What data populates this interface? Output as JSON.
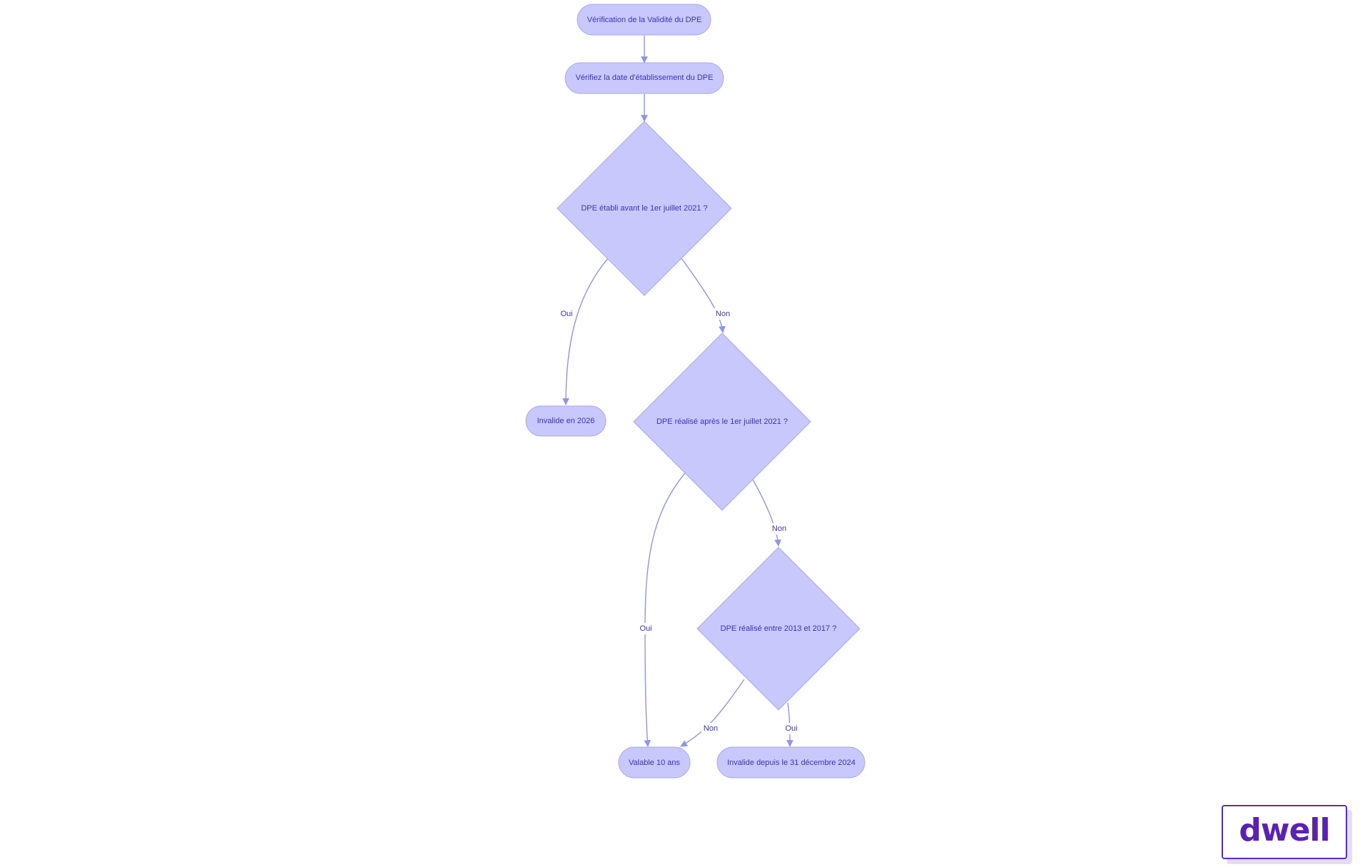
{
  "colors": {
    "node_fill": "#c8c8fd",
    "node_stroke": "#a7a7f3",
    "edge": "#8f95e8",
    "text": "#3a34c4",
    "logo": "#5b21b6"
  },
  "nodes": {
    "start": "Vérification de la Validité du DPE",
    "check_date": "Vérifiez la date d'établissement du DPE",
    "decision_before_2021": "DPE établi avant le 1er juillet 2021 ?",
    "invalid_2026": "Invalide en 2026",
    "decision_after_2021": "DPE réalisé après le 1er juillet 2021 ?",
    "decision_2013_2017": "DPE réalisé entre 2013 et 2017 ?",
    "valid_10_years": "Valable 10 ans",
    "invalid_since_2024": "Invalide depuis le 31 décembre 2024"
  },
  "edge_labels": {
    "before_2021_yes": "Oui",
    "before_2021_no": "Non",
    "after_2021_yes": "Oui",
    "after_2021_no": "Non",
    "between_2013_2017_no": "Non",
    "between_2013_2017_yes": "Oui"
  },
  "logo": {
    "text": "dwell"
  }
}
